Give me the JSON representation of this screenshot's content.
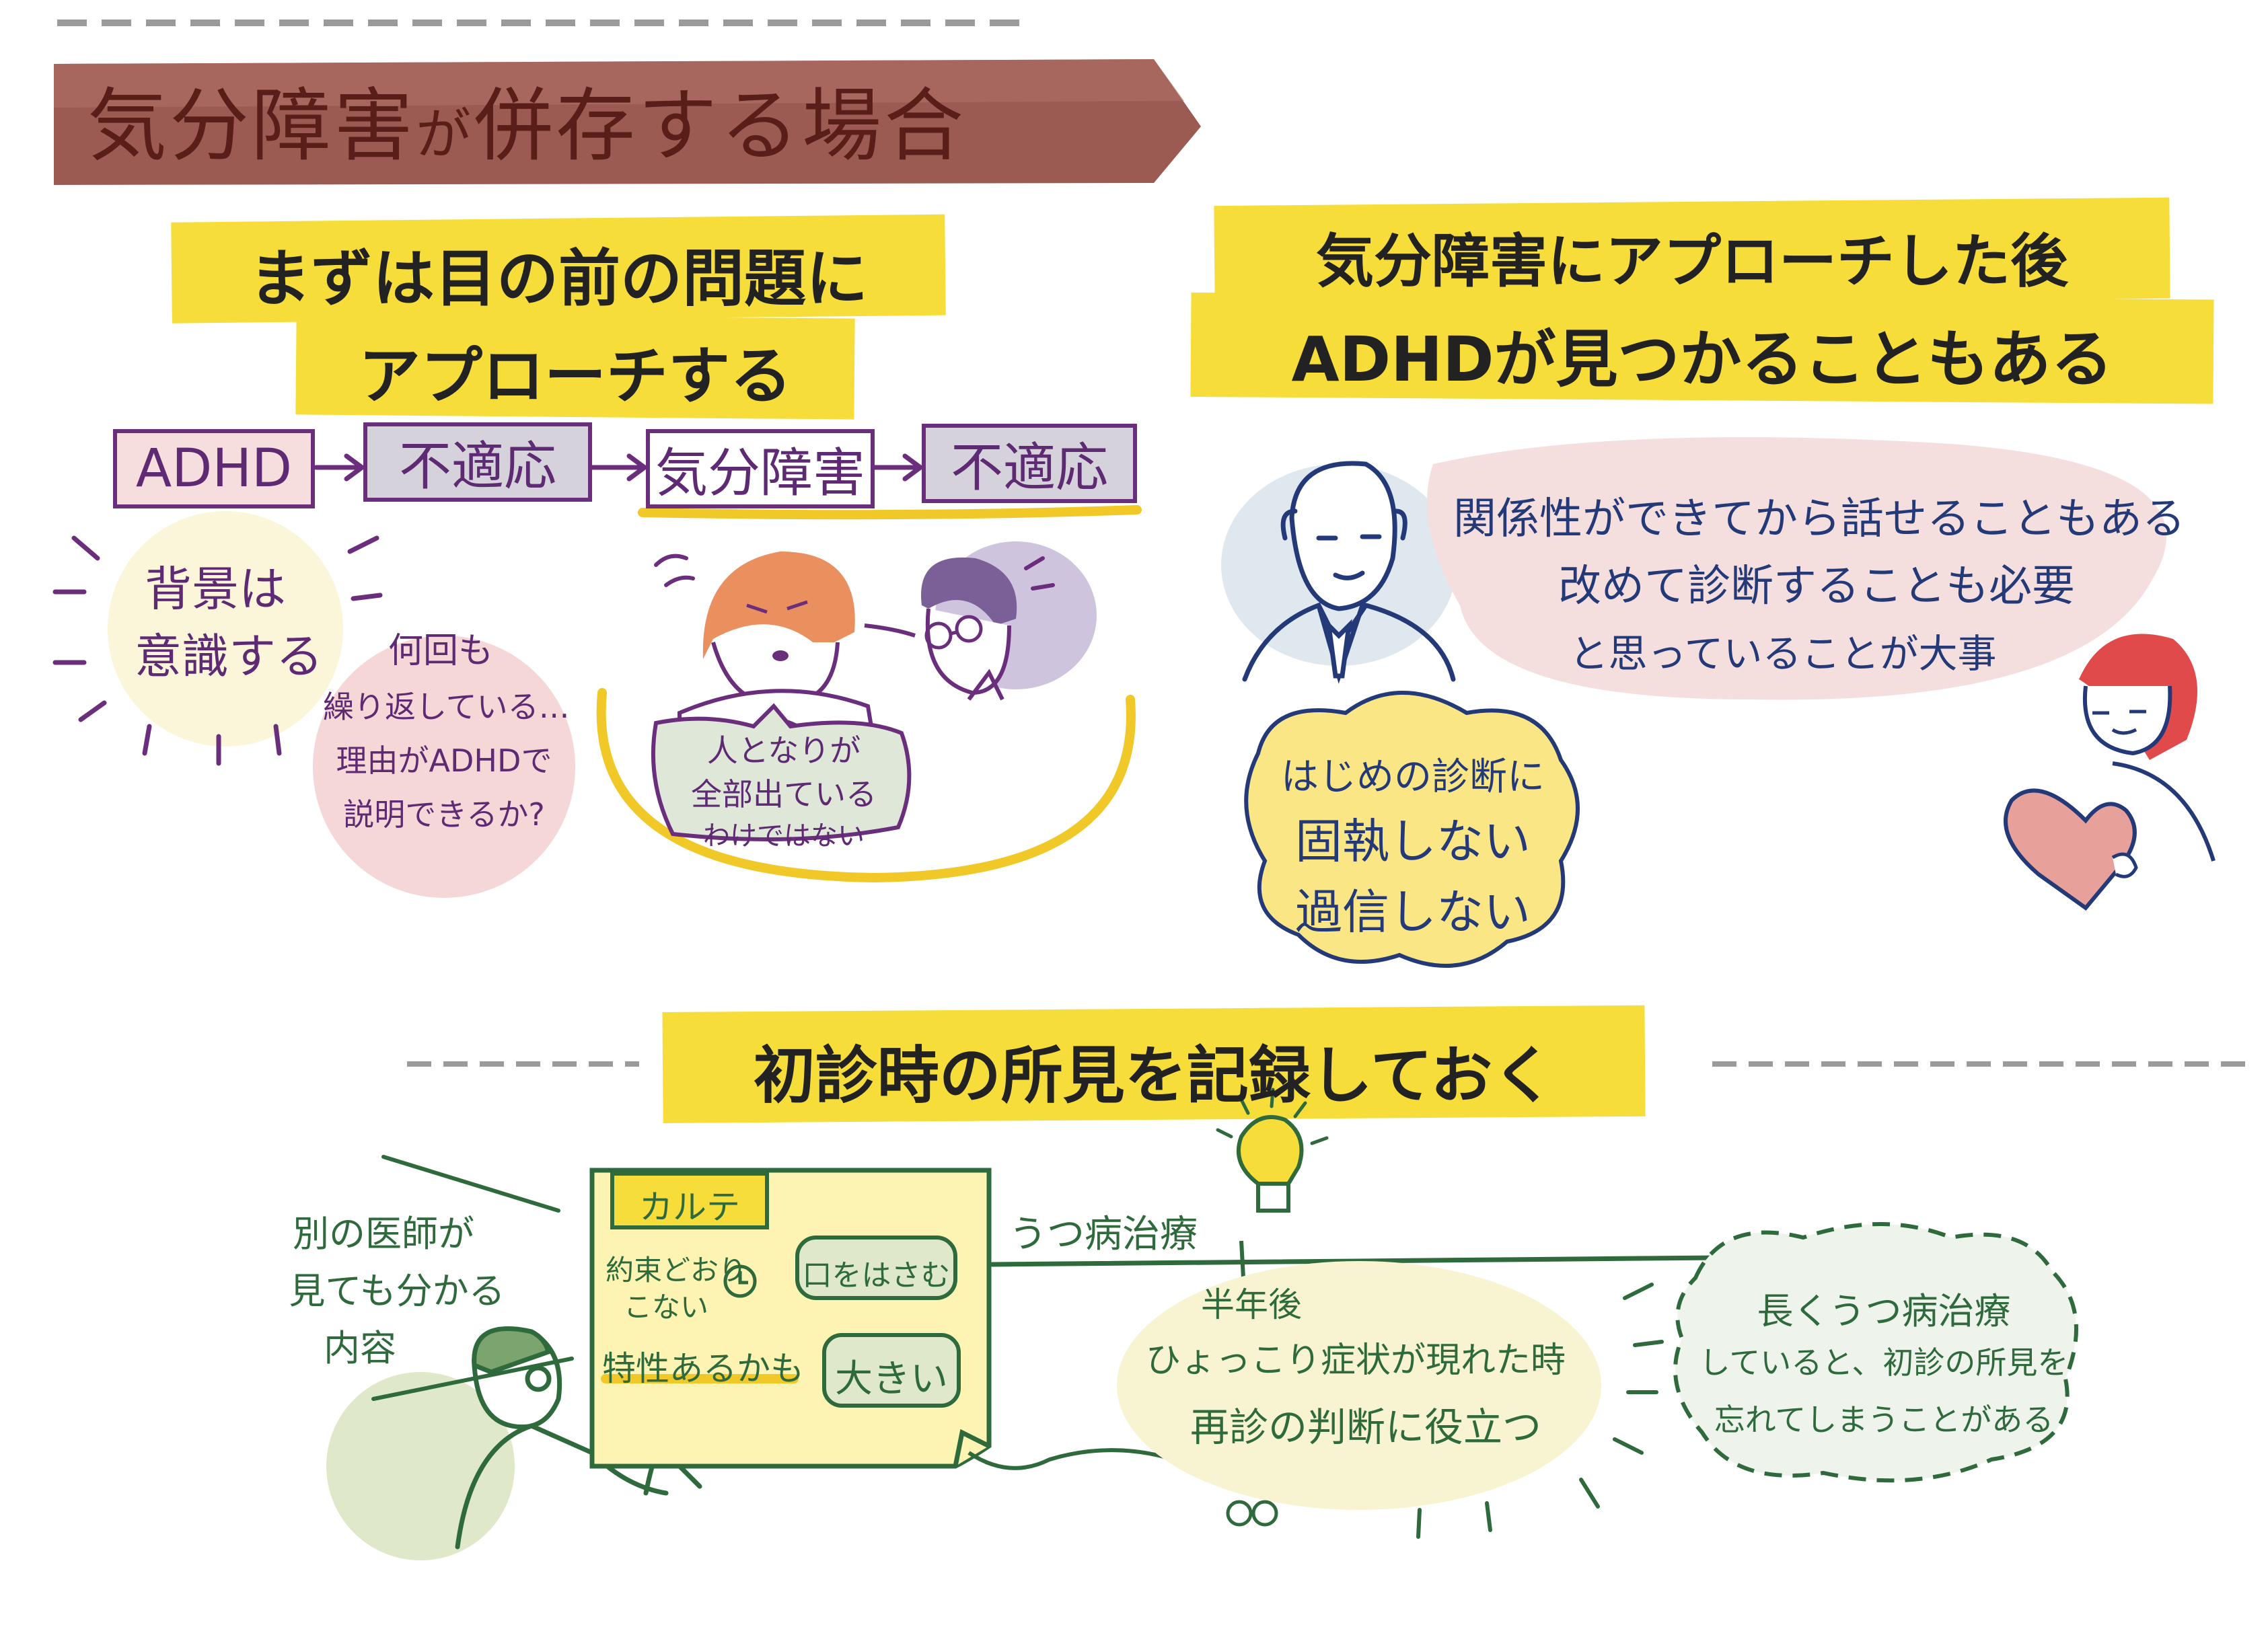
{
  "title": {
    "main_a": "気分障害",
    "connector": "が",
    "main_b": "併存する場合"
  },
  "left": {
    "heading_line1": "まずは目の前の問題に",
    "heading_line2": "アプローチする",
    "flow": [
      "ADHD",
      "不適応",
      "気分障害",
      "不適応"
    ],
    "background_note_line1": "背景は",
    "background_note_line2": "意識する",
    "repeat_note": [
      "何回も",
      "繰り返している…",
      "理由がADHDで",
      "説明できるか?"
    ],
    "bubble_note": [
      "人となりが",
      "全部出ている",
      "わけではない"
    ]
  },
  "right": {
    "heading_line1": "気分障害にアプローチした後",
    "heading_line2": "ADHDが見つかることもある",
    "relationship_note": [
      "関係性ができてから話せることもある",
      "改めて診断することも必要",
      "と思っていることが大事"
    ],
    "cloud_note": [
      "はじめの診断に",
      "固執しない",
      "過信しない"
    ]
  },
  "bottom": {
    "heading": "初診時の所見を記録しておく",
    "other_doctor_note": [
      "別の医師が",
      "見ても分かる",
      "内容"
    ],
    "chart": {
      "title": "カルテ",
      "items": [
        "約束どおり",
        "こない",
        "口をはさむ",
        "特性あるかも",
        "大きい"
      ]
    },
    "timeline_label": "うつ病治療",
    "half_year_note": [
      "半年後",
      "ひょっこり症状が現れた時",
      "再診の判断に役立つ"
    ],
    "long_treatment_note": [
      "長くうつ病治療",
      "していると、初診の所見を",
      "忘れてしまうことがある"
    ]
  },
  "colors": {
    "title_band": "#9b5a52",
    "title_text": "#5a1e18",
    "highlight_yellow": "#f7dd3a",
    "purple_ink": "#6b2e7c",
    "navy_ink": "#243a78",
    "green_ink": "#2f6a3c",
    "pink_wash": "#f3dede",
    "blue_wash": "#dfe7ef",
    "green_wash": "#dfe8c9"
  },
  "icons": [
    "lightbulb-icon",
    "glasses-icon",
    "heart-icon",
    "clock-icon",
    "arrow-icon"
  ]
}
